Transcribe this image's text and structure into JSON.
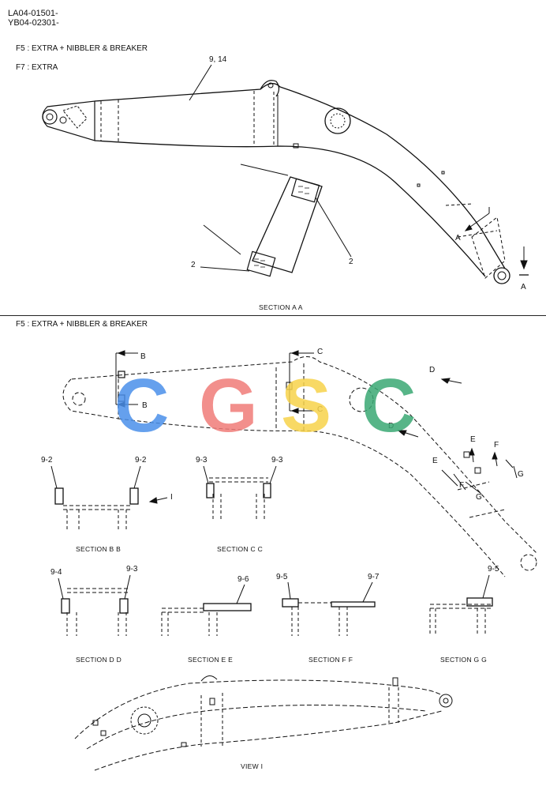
{
  "header": {
    "code1": "LA04-01501-",
    "code2": "YB04-02301-"
  },
  "top": {
    "option_f5": "F5 : EXTRA +  NIBBLER & BREAKER",
    "option_f7": "F7 : EXTRA",
    "callout_9_14": "9, 14",
    "callout_2_left": "2",
    "callout_2_right": "2",
    "arrow_a_upper": "A",
    "arrow_a_lower": "A",
    "section_caption": "SECTION  A A"
  },
  "middle": {
    "option_f5": "F5 : EXTRA +  NIBBLER & BREAKER",
    "b_top": "B",
    "b_bottom": "B",
    "c_top": "C",
    "c_bottom": "C",
    "d_top": "D",
    "d_bottom": "D",
    "e_top": "E",
    "e_bottom": "E",
    "f_top": "F",
    "f_bottom": "F",
    "g_top": "G",
    "g_bottom": "G"
  },
  "sections": {
    "bb": {
      "left": "9-2",
      "right": "9-2",
      "arrow": "I",
      "caption": "SECTION  B B"
    },
    "cc": {
      "left": "9-3",
      "right": "9-3",
      "caption": "SECTION  C C"
    },
    "dd": {
      "left": "9-4",
      "right": "9-3",
      "caption": "SECTION  D D"
    },
    "ee": {
      "part": "9-6",
      "caption": "SECTION  E E"
    },
    "ff": {
      "left": "9-5",
      "right": "9-7",
      "caption": "SECTION  F F"
    },
    "gg": {
      "part": "9-5",
      "caption": "SECTION  G G"
    }
  },
  "view": {
    "caption": "VIEW  I"
  },
  "watermark": {
    "letters": [
      "C",
      "G",
      "S",
      "C"
    ],
    "colors": [
      "#4a8fea",
      "#f07b78",
      "#f7d24a",
      "#3aa873"
    ]
  }
}
